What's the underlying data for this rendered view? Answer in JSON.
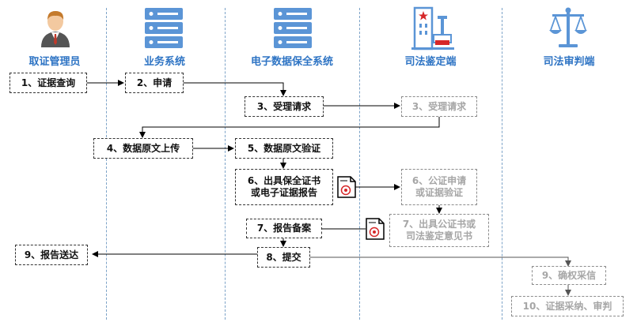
{
  "lanes": [
    {
      "title": "取证管理员",
      "icon": "person-icon"
    },
    {
      "title": "业务系统",
      "icon": "server-icon"
    },
    {
      "title": "电子数据保全系统",
      "icon": "server-icon"
    },
    {
      "title": "司法鉴定端",
      "icon": "building-icon"
    },
    {
      "title": "司法审判端",
      "icon": "scales-icon"
    }
  ],
  "steps": {
    "s1": "1、证据查询",
    "s2": "2、申请",
    "s3a": "3、受理请求",
    "s3b": "3、受理请求",
    "s4": "4、数据原文上传",
    "s5": "5、数据原文验证",
    "s6_line1": "6、出具保全证书",
    "s6_line2": "或电子证据报告",
    "s6b_line1": "6、公证申请",
    "s6b_line2": "或证据验证",
    "s7_line1": "7、出具公证书或",
    "s7_line2": "司法鉴定意见书",
    "s7b": "7、报告备案",
    "s8": "8、提交",
    "s9a": "9、报告送达",
    "s9b": "9、确权采信",
    "s10": "10、证据采纳、审判"
  },
  "colors": {
    "lane_title": "#2e74c4",
    "icon_blue": "#5b95d6",
    "faded_text": "#a6a6a6",
    "arrow": "#000000"
  }
}
